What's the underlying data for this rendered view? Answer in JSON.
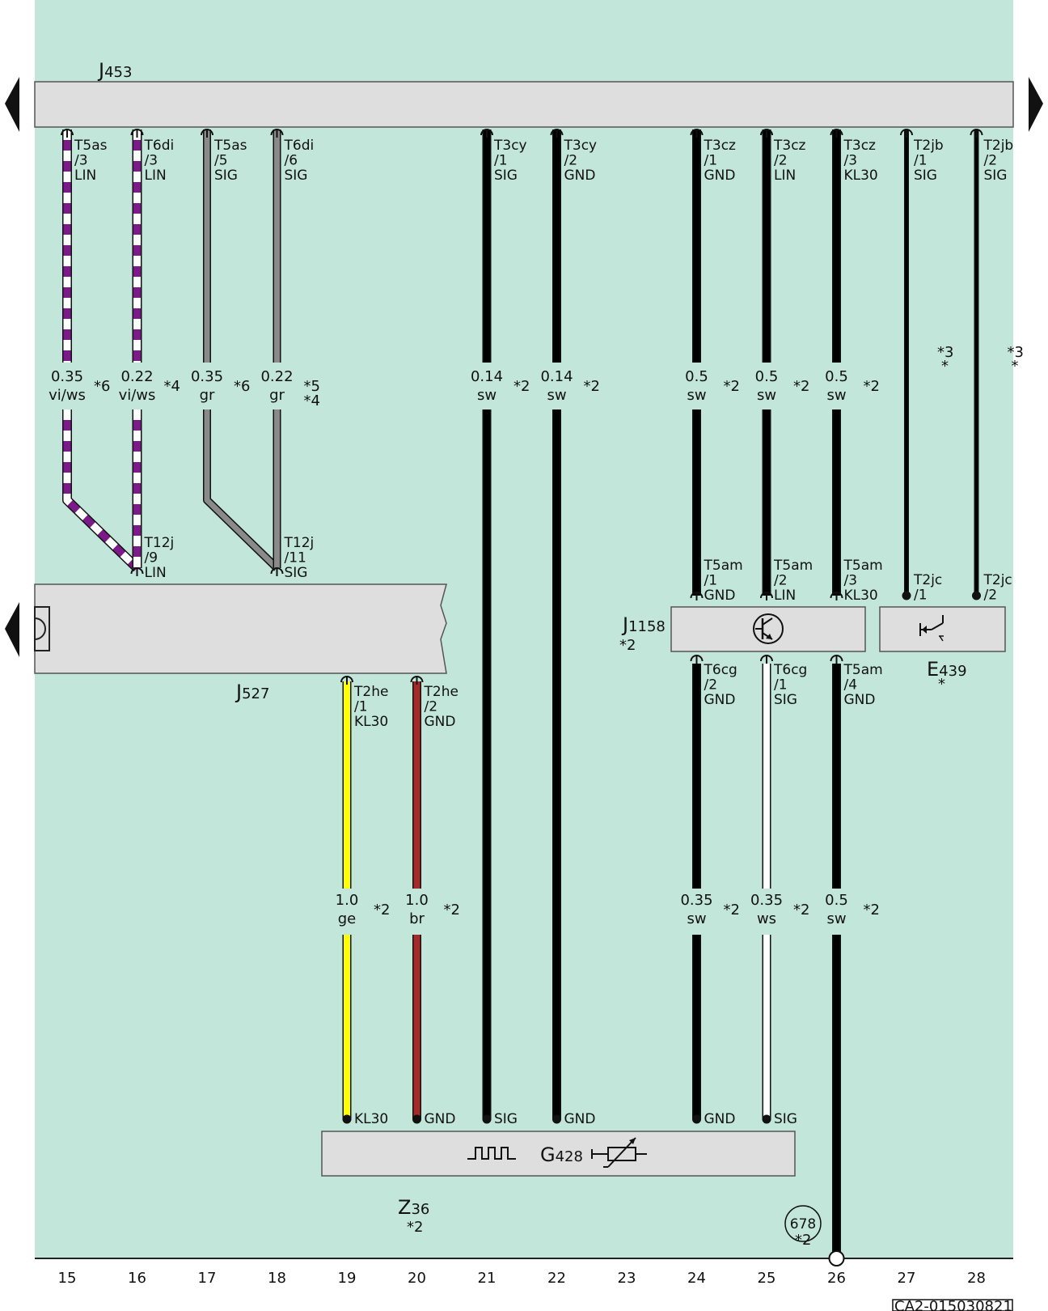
{
  "components": {
    "J453": {
      "letter": "J",
      "num": "453"
    },
    "J527": {
      "letter": "J",
      "num": "527"
    },
    "J1158": {
      "letter": "J",
      "num": "1158",
      "note": "*2"
    },
    "E439": {
      "letter": "E",
      "num": "439",
      "note": "*"
    },
    "Z36": {
      "letter": "Z",
      "num": "36",
      "note": "*2"
    },
    "G428": {
      "letter": "G",
      "num": "428"
    }
  },
  "colors": {
    "background": "#c2e6da",
    "box": "#dedede",
    "vi": "#7b1a88",
    "ws": "#ffffff",
    "gr": "#8a8a8a",
    "sw": "#000000",
    "ge": "#ffff00",
    "br": "#a52a2a"
  },
  "top_connectors": [
    {
      "col": 15,
      "lines": [
        "T5as",
        "/3",
        "LIN"
      ]
    },
    {
      "col": 16,
      "lines": [
        "T6di",
        "/3",
        "LIN"
      ]
    },
    {
      "col": 17,
      "lines": [
        "T5as",
        "/5",
        "SIG"
      ]
    },
    {
      "col": 18,
      "lines": [
        "T6di",
        "/6",
        "SIG"
      ]
    },
    {
      "col": 21,
      "lines": [
        "T3cy",
        "/1",
        "SIG"
      ]
    },
    {
      "col": 22,
      "lines": [
        "T3cy",
        "/2",
        "GND"
      ]
    },
    {
      "col": 24,
      "lines": [
        "T3cz",
        "/1",
        "GND"
      ]
    },
    {
      "col": 25,
      "lines": [
        "T3cz",
        "/2",
        "LIN"
      ]
    },
    {
      "col": 26,
      "lines": [
        "T3cz",
        "/3",
        "KL30"
      ]
    },
    {
      "col": 27,
      "lines": [
        "T2jb",
        "/1",
        "SIG"
      ]
    },
    {
      "col": 28,
      "lines": [
        "T2jb",
        "/2",
        "SIG"
      ]
    }
  ],
  "upper_wire_labels": [
    {
      "col": 15,
      "size": "0.35",
      "color": "vi/ws",
      "note": "*6"
    },
    {
      "col": 16,
      "size": "0.22",
      "color": "vi/ws",
      "note": "*4"
    },
    {
      "col": 17,
      "size": "0.35",
      "color": "gr",
      "note": "*6"
    },
    {
      "col": 18,
      "size": "0.22",
      "color": "gr",
      "note": "*5",
      "note2": "*4"
    },
    {
      "col": 21,
      "size": "0.14",
      "color": "sw",
      "note": "*2"
    },
    {
      "col": 22,
      "size": "0.14",
      "color": "sw",
      "note": "*2"
    },
    {
      "col": 24,
      "size": "0.5",
      "color": "sw",
      "note": "*2"
    },
    {
      "col": 25,
      "size": "0.5",
      "color": "sw",
      "note": "*2"
    },
    {
      "col": 26,
      "size": "0.5",
      "color": "sw",
      "note": "*2"
    }
  ],
  "star_notes": [
    {
      "col": 27,
      "note": "*3",
      "note2": "*"
    },
    {
      "col": 28,
      "note": "*3",
      "note2": "*"
    }
  ],
  "j527_connectors": [
    {
      "col": 16,
      "lines": [
        "T12j",
        "/9",
        "LIN"
      ]
    },
    {
      "col": 18,
      "lines": [
        "T12j",
        "/11",
        "SIG"
      ]
    }
  ],
  "j1158_top_connectors": [
    {
      "col": 24,
      "lines": [
        "T5am",
        "/1",
        "GND"
      ]
    },
    {
      "col": 25,
      "lines": [
        "T5am",
        "/2",
        "LIN"
      ]
    },
    {
      "col": 26,
      "lines": [
        "T5am",
        "/3",
        "KL30"
      ]
    }
  ],
  "e439_connectors": [
    {
      "col": 27,
      "lines": [
        "T2jc",
        "/1"
      ]
    },
    {
      "col": 28,
      "lines": [
        "T2jc",
        "/2"
      ]
    }
  ],
  "j1158_bottom_connectors": [
    {
      "col": 24,
      "lines": [
        "T6cg",
        "/2",
        "GND"
      ]
    },
    {
      "col": 25,
      "lines": [
        "T6cg",
        "/1",
        "SIG"
      ]
    },
    {
      "col": 26,
      "lines": [
        "T5am",
        "/4",
        "GND"
      ]
    }
  ],
  "j527_bottom_connectors": [
    {
      "col": 19,
      "lines": [
        "T2he",
        "/1",
        "KL30"
      ]
    },
    {
      "col": 20,
      "lines": [
        "T2he",
        "/2",
        "GND"
      ]
    }
  ],
  "lower_wire_labels": [
    {
      "col": 19,
      "size": "1.0",
      "color": "ge",
      "note": "*2"
    },
    {
      "col": 20,
      "size": "1.0",
      "color": "br",
      "note": "*2"
    },
    {
      "col": 24,
      "size": "0.35",
      "color": "sw",
      "note": "*2"
    },
    {
      "col": 25,
      "size": "0.35",
      "color": "ws",
      "note": "*2"
    },
    {
      "col": 26,
      "size": "0.5",
      "color": "sw",
      "note": "*2"
    }
  ],
  "g428_pins": [
    {
      "col": 19,
      "label": "KL30"
    },
    {
      "col": 20,
      "label": "GND"
    },
    {
      "col": 21,
      "label": "SIG"
    },
    {
      "col": 22,
      "label": "GND"
    },
    {
      "col": 24,
      "label": "GND"
    },
    {
      "col": 25,
      "label": "SIG"
    }
  ],
  "ground_point": {
    "number": "678",
    "note": "*2"
  },
  "columns": [
    "15",
    "16",
    "17",
    "18",
    "19",
    "20",
    "21",
    "22",
    "23",
    "24",
    "25",
    "26",
    "27",
    "28"
  ],
  "footer_code": "CA2-015030821"
}
